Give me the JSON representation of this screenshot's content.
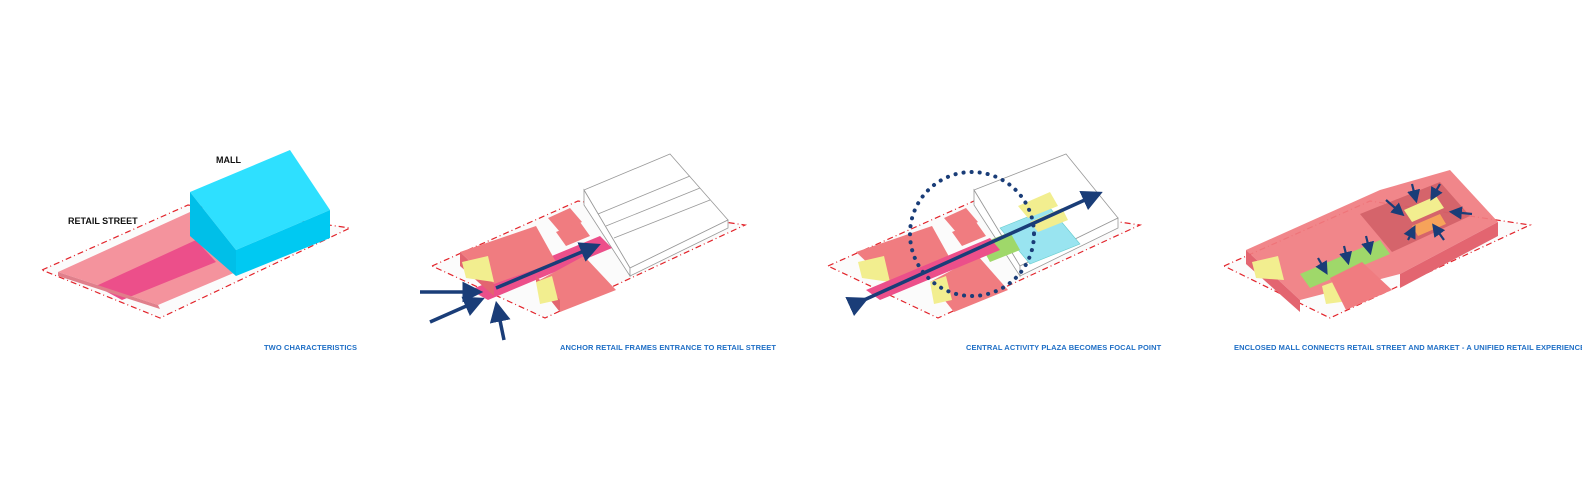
{
  "colors": {
    "mall": "#00cdf5",
    "retail_street": "#f4939d",
    "street_core": "#ec4f8a",
    "anchor_retail": "#f07c80",
    "yellow_block": "#f2ee8f",
    "arrow": "#1a3d78",
    "caption": "#1f6fc6",
    "site_boundary": "#e2232a",
    "green": "#9fd86a",
    "plaza_blue": "#99e4f0"
  },
  "panels": [
    {
      "caption": "TWO CHARACTERISTICS",
      "labels": {
        "mall": "MALL",
        "retail_street": "RETAIL STREET"
      }
    },
    {
      "caption": "ANCHOR RETAIL FRAMES ENTRANCE TO RETAIL STREET"
    },
    {
      "caption": "CENTRAL ACTIVITY PLAZA BECOMES FOCAL POINT"
    },
    {
      "caption": "ENCLOSED MALL CONNECTS RETAIL STREET AND MARKET -  A UNIFIED RETAIL EXPERIENCE"
    }
  ]
}
